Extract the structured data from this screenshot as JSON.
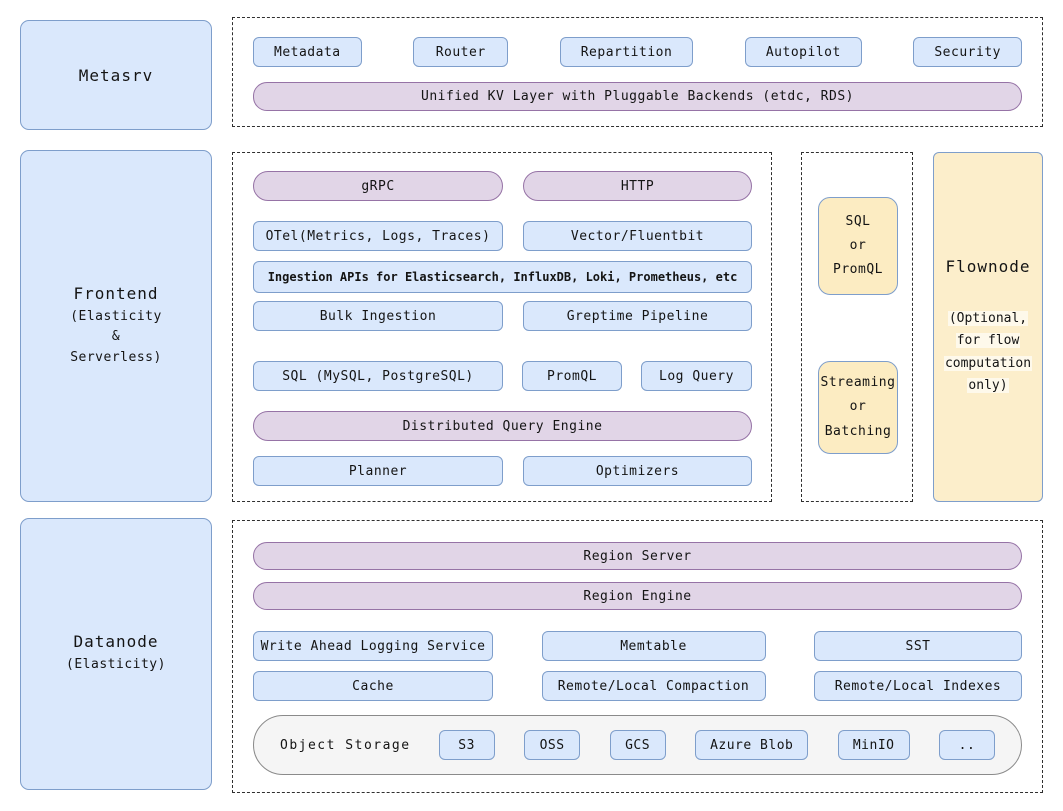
{
  "colors": {
    "blue_fill": "#dae8fc",
    "blue_border": "#7e9ecb",
    "purple_fill": "#e1d5e7",
    "purple_border": "#9673a6",
    "yellow_fill": "#fcecc2",
    "storage_fill": "#f5f5f5"
  },
  "metasrv": {
    "label": "Metasrv",
    "chips": [
      "Metadata",
      "Router",
      "Repartition",
      "Autopilot",
      "Security"
    ],
    "kv_pill": "Unified KV Layer with Pluggable Backends (etdc, RDS)"
  },
  "frontend": {
    "label": "Frontend",
    "sublabel_lines": [
      "(Elasticity",
      "&",
      "Serverless)"
    ]
  },
  "frontend_panel": {
    "protocol_pills": [
      "gRPC",
      "HTTP"
    ],
    "collectors": [
      "OTel(Metrics, Logs, Traces)",
      "Vector/Fluentbit"
    ],
    "ingestion_apis": "Ingestion APIs for Elasticsearch, InfluxDB, Loki, Prometheus, etc",
    "ingestion_row": [
      "Bulk Ingestion",
      "Greptime Pipeline"
    ],
    "query_row": [
      "SQL (MySQL, PostgreSQL)",
      "PromQL",
      "Log Query"
    ],
    "engine_pill": "Distributed Query Engine",
    "engine_row": [
      "Planner",
      "Optimizers"
    ]
  },
  "flow_bridge": {
    "box1_lines": [
      "SQL",
      "or",
      "PromQL"
    ],
    "box2_lines": [
      "Streaming",
      "or",
      "Batching"
    ]
  },
  "flownode": {
    "label": "Flownode",
    "sublabel_lines": [
      "(Optional,",
      "for flow",
      "computation",
      "only)"
    ]
  },
  "datanode": {
    "label": "Datanode",
    "sublabel": "(Elasticity)",
    "pills": [
      "Region Server",
      "Region Engine"
    ],
    "row1": [
      "Write Ahead Logging Service",
      "Memtable",
      "SST"
    ],
    "row2": [
      "Cache",
      "Remote/Local Compaction",
      "Remote/Local Indexes"
    ],
    "object_storage": {
      "label": "Object Storage",
      "chips": [
        "S3",
        "OSS",
        "GCS",
        "Azure Blob",
        "MinIO",
        ".."
      ]
    }
  }
}
